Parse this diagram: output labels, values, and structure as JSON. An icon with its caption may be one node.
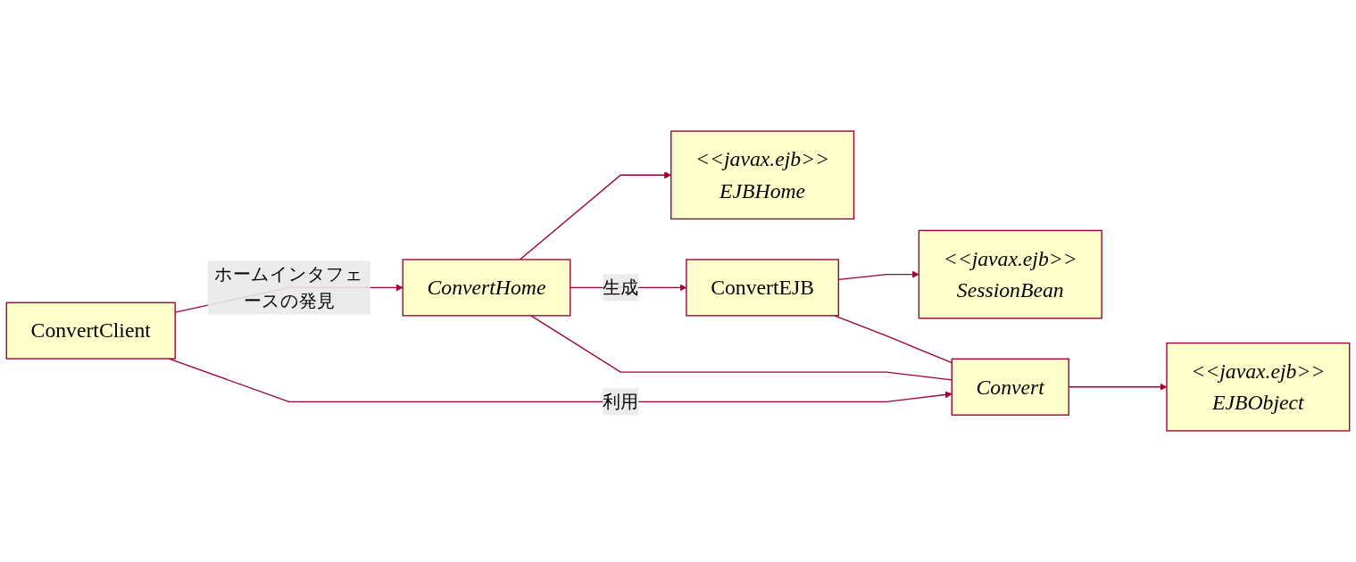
{
  "diagram": {
    "nodes": [
      {
        "text": [
          "ConvertClient"
        ]
      },
      {
        "text": [
          "<<javax.ejb>>",
          "EJBHome"
        ]
      },
      {
        "text": [
          "<<javax.ejb>>",
          "SessionBean"
        ]
      },
      {
        "text": [
          "ConvertHome"
        ]
      },
      {
        "text": [
          "ConvertEJB"
        ]
      },
      {
        "text": [
          "<<javax.ejb>>",
          "EJBObject"
        ]
      },
      {
        "text": [
          "Convert"
        ]
      }
    ],
    "edges": [
      {
        "from": 0,
        "to": 3,
        "arrow": "to",
        "label": "ホームインタフェースの発見"
      },
      {
        "from": 3,
        "to": 1,
        "arrow": "to"
      },
      {
        "from": 3,
        "to": 4,
        "arrow": "to",
        "label": "生成"
      },
      {
        "from": 4,
        "to": 2,
        "arrow": "to"
      },
      {
        "from": 0,
        "to": 6,
        "arrow": "to",
        "label": "利用"
      },
      {
        "from": 3,
        "to": 6,
        "arrow": "none"
      },
      {
        "from": 4,
        "to": 6,
        "arrow": "none"
      },
      {
        "from": 6,
        "to": 5,
        "arrow": "to"
      }
    ]
  }
}
